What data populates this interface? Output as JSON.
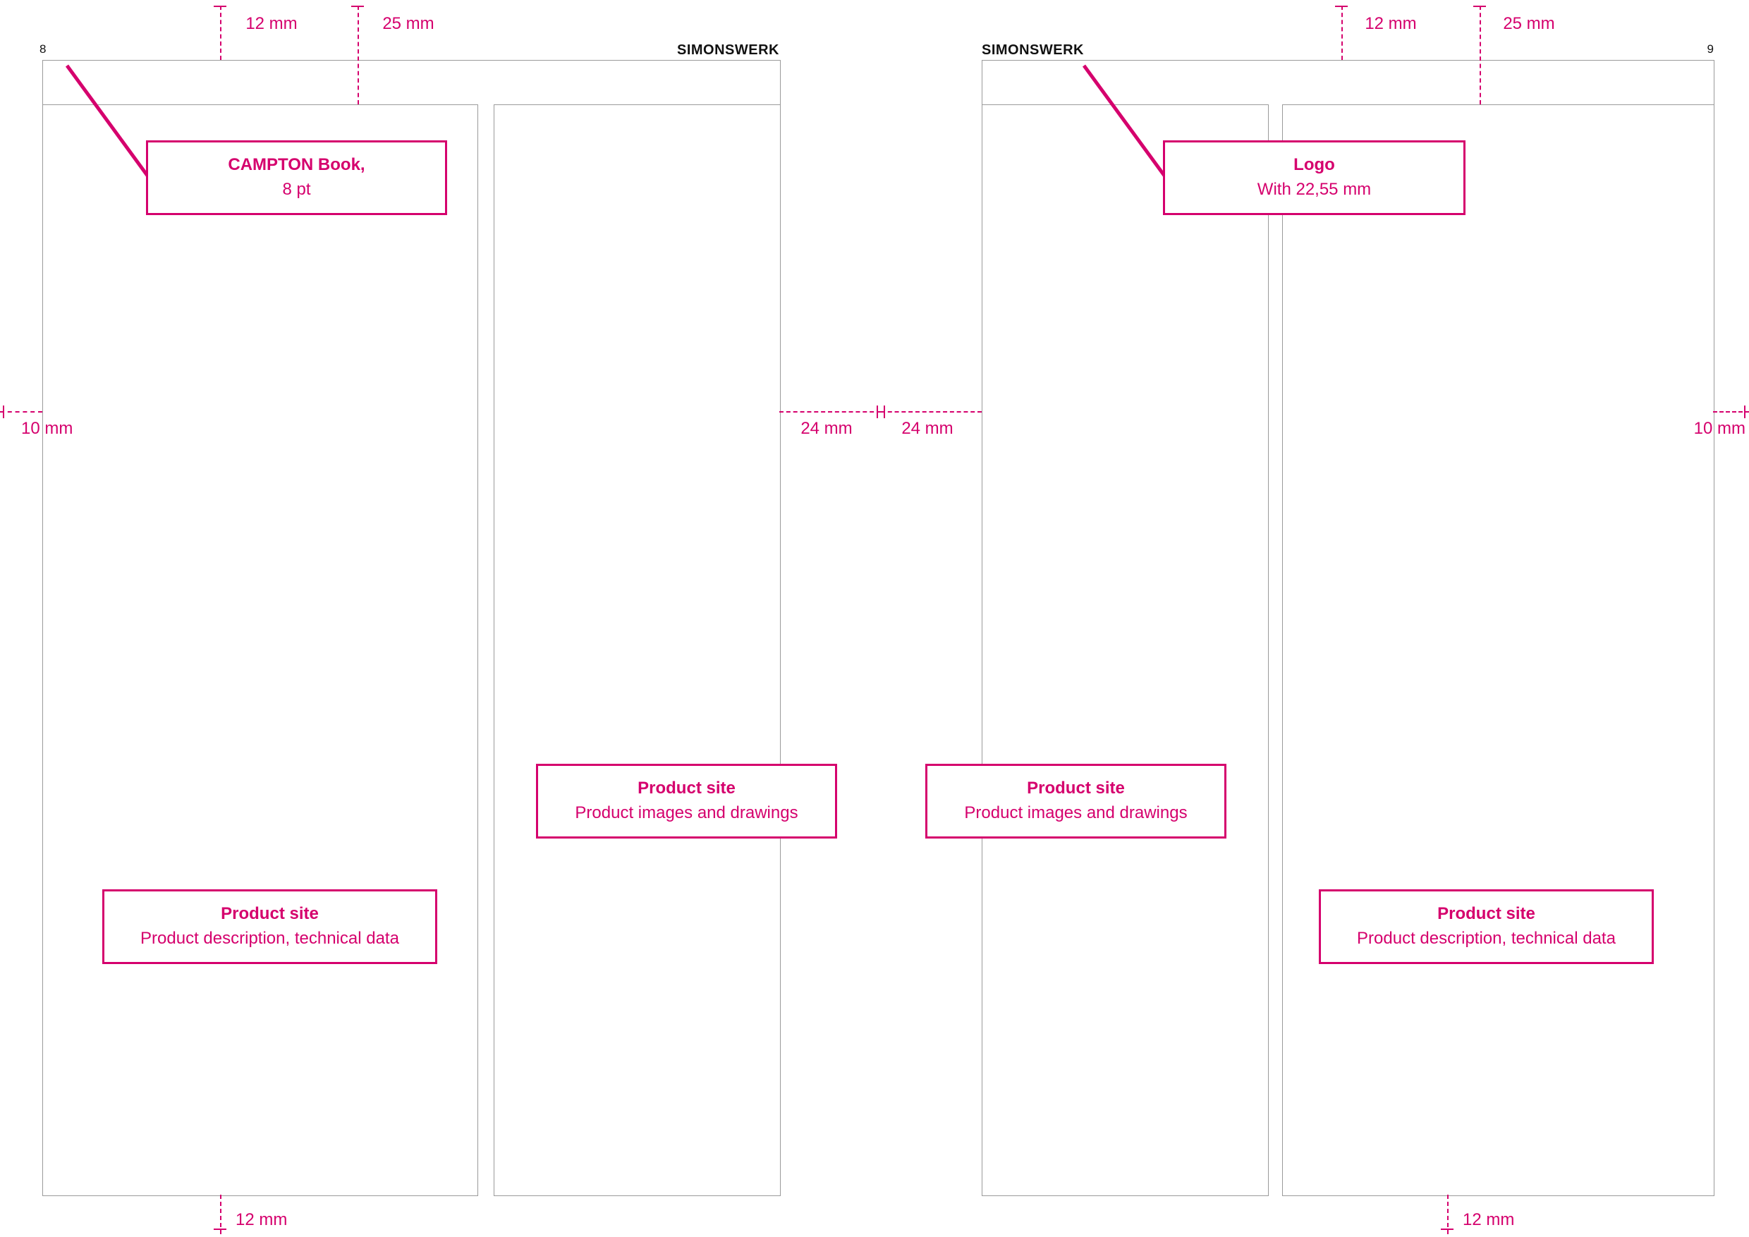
{
  "colors": {
    "accent": "#d5006d",
    "line": "#9a9a9a"
  },
  "pages": {
    "left": {
      "number": "8",
      "brand": "SIMONSWERK"
    },
    "right": {
      "number": "9",
      "brand": "SIMONSWERK"
    }
  },
  "measurements": {
    "top_left_a": "12 mm",
    "top_left_b": "25 mm",
    "top_right_a": "12 mm",
    "top_right_b": "25 mm",
    "outer_left": "10 mm",
    "outer_right": "10 mm",
    "gutter_a": "24 mm",
    "gutter_b": "24 mm",
    "bottom_left": "12 mm",
    "bottom_right": "12 mm"
  },
  "annotations": {
    "typeface": {
      "line1": "CAMPTON Book,",
      "line2": "8 pt"
    },
    "logo": {
      "line1": "Logo",
      "line2": "With 22,55 mm"
    },
    "product_images_left": {
      "line1": "Product site",
      "line2": "Product images and drawings"
    },
    "product_images_right": {
      "line1": "Product site",
      "line2": "Product images and drawings"
    },
    "product_desc_left": {
      "line1": "Product site",
      "line2": "Product description, technical data"
    },
    "product_desc_right": {
      "line1": "Product site",
      "line2": "Product description, technical data"
    }
  }
}
